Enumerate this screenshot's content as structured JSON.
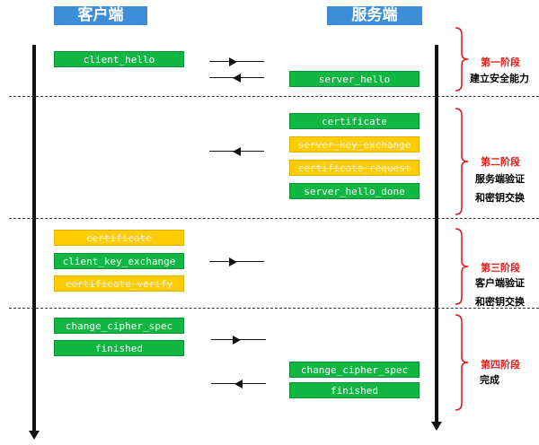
{
  "headers": {
    "client": "客户端",
    "server": "服务端"
  },
  "phase1": {
    "title": "第一阶段",
    "desc": [
      "建立安全能力"
    ],
    "messages": {
      "client_hello": "client_hello",
      "server_hello": "server_hello"
    }
  },
  "phase2": {
    "title": "第二阶段",
    "desc": [
      "服务端验证",
      "和密钥交换"
    ],
    "messages": {
      "certificate": "certificate",
      "server_key_exchange": "server_key_exchange",
      "certificate_request": "certificate_request",
      "server_hello_done": "server_hello_done"
    }
  },
  "phase3": {
    "title": "第三阶段",
    "desc": [
      "客户端验证",
      "和密钥交换"
    ],
    "messages": {
      "certificate": "certificate",
      "client_key_exchange": "client_key_exchange",
      "certificate_verify": "certificate_verify"
    }
  },
  "phase4": {
    "title": "第四阶段",
    "desc": [
      "完成"
    ],
    "messages": {
      "client_change_cipher_spec": "change_cipher_spec",
      "client_finished": "finished",
      "server_change_cipher_spec": "change_cipher_spec",
      "server_finished": "finished"
    }
  },
  "colors": {
    "header": "#3d8ed8",
    "required_message": "#11b743",
    "optional_message": "#ffcc00",
    "phase_title": "#e02020",
    "brace": "#e02020"
  }
}
